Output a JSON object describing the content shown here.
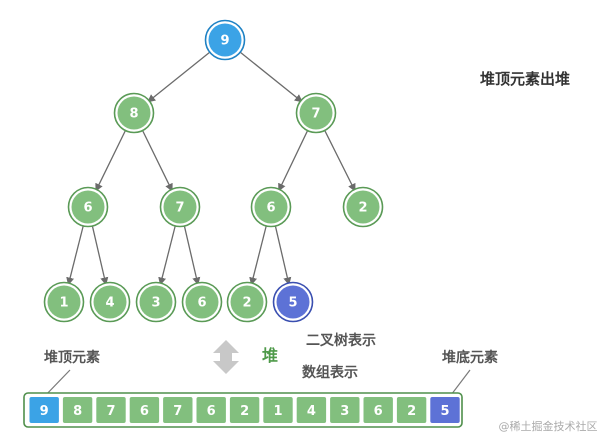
{
  "title": "堆顶元素出堆",
  "heap_label": "堆",
  "tree_caption": "二叉树表示",
  "array_caption": "数组表示",
  "top_label": "堆顶元素",
  "bottom_label": "堆底元素",
  "watermark": "@稀土掘金技术社区",
  "array": [
    9,
    8,
    7,
    6,
    7,
    6,
    2,
    1,
    4,
    3,
    6,
    2,
    5
  ],
  "highlight": {
    "top_index": 0,
    "bottom_index": 12
  },
  "colors": {
    "node_fill": "#82bf7e",
    "node_stroke": "#5a9a56",
    "top_fill": "#3ba3e6",
    "top_stroke": "#1f82c4",
    "bottom_fill": "#5d72d6",
    "bottom_stroke": "#3a4fb0",
    "edge": "#6b6b6b",
    "array_frame": "#4f8f4b",
    "heap_word": "#4f9a4a",
    "arrow": "#c8c8c8"
  }
}
